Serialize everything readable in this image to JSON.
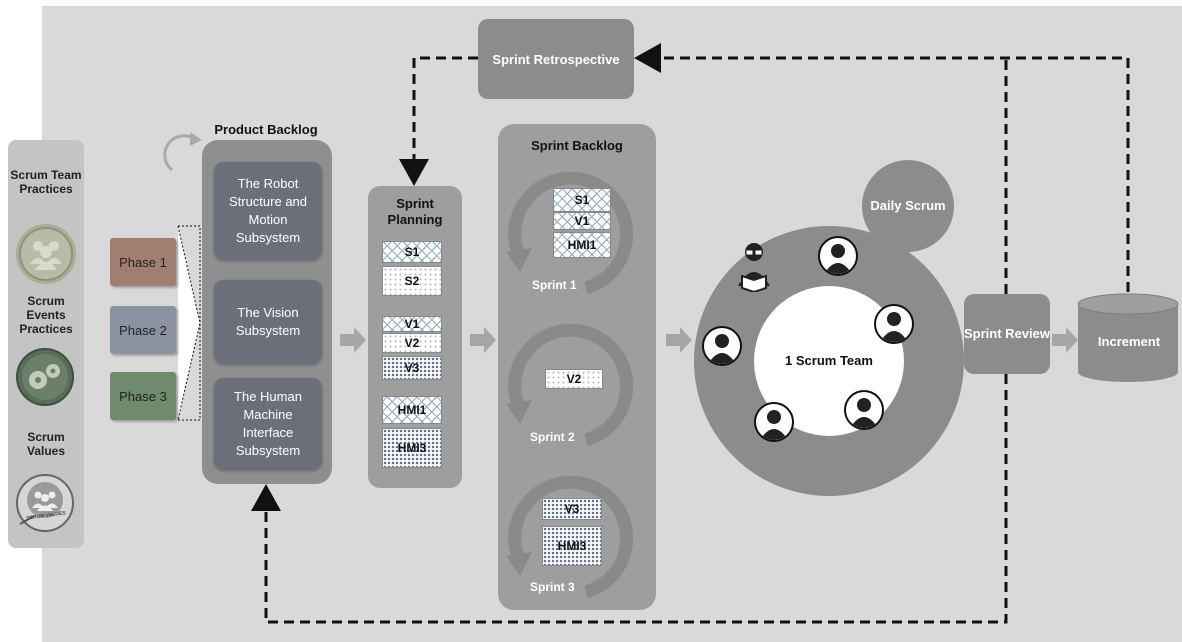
{
  "left_panel": {
    "team_practices": "Scrum Team Practices",
    "events_practices": "Scrum Events Practices",
    "values": "Scrum Values",
    "values_badge_text": "SCRUM VALUES"
  },
  "phases": [
    {
      "label": "Phase 1",
      "color": "#a07f71"
    },
    {
      "label": "Phase 2",
      "color": "#8b93a3"
    },
    {
      "label": "Phase 3",
      "color": "#6f8a6c"
    }
  ],
  "product_backlog": {
    "title": "Product Backlog",
    "items": [
      "The Robot Structure and Motion Subsystem",
      "The Vision Subsystem",
      "The Human Machine Interface Subsystem"
    ]
  },
  "sprint_planning": {
    "title": "Sprint Planning",
    "cards": [
      "S1",
      "S2",
      "V1",
      "V2",
      "V3",
      "HMI1",
      "HMI3"
    ]
  },
  "sprint_backlog": {
    "title": "Sprint Backlog",
    "sprints": [
      {
        "label": "Sprint 1",
        "cards": [
          "S1",
          "V1",
          "HMI1"
        ]
      },
      {
        "label": "Sprint 2",
        "cards": [
          "V2"
        ]
      },
      {
        "label": "Sprint 3",
        "cards": [
          "V3",
          "HMI3"
        ]
      }
    ]
  },
  "retrospective": {
    "label": "Sprint Retrospective"
  },
  "daily_scrum": {
    "label": "Daily Scrum"
  },
  "scrum_team": {
    "label": "1 Scrum Team",
    "member_icons": [
      "person-icon",
      "person-icon",
      "person-icon",
      "person-icon",
      "person-icon",
      "person-icon"
    ]
  },
  "sprint_review": {
    "label": "Sprint Review"
  },
  "increment": {
    "label": "Increment"
  },
  "colors": {
    "background": "#d9d9d9",
    "container_gray": "#9e9e9e",
    "product_item": "#6b6f7a",
    "accent_arrow": "#a6a6a6"
  }
}
